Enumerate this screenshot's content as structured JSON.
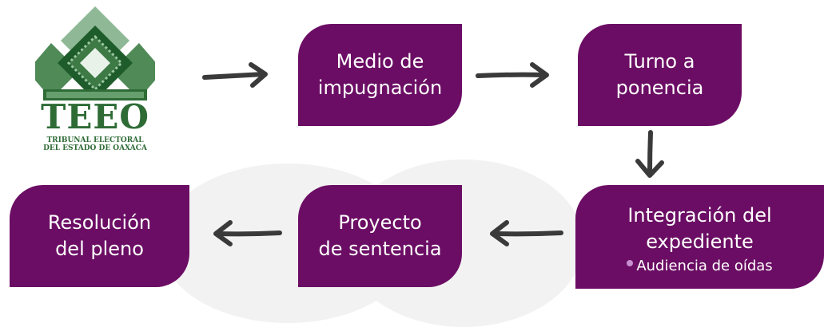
{
  "logo": {
    "name": "TEEO",
    "subtitle_line1": "TRIBUNAL ELECTORAL",
    "subtitle_line2": "DEL ESTADO DE OAXACA"
  },
  "steps": {
    "medio": {
      "line1": "Medio de",
      "line2": "impugnación"
    },
    "turno": {
      "line1": "Turno a",
      "line2": "ponencia"
    },
    "integracion": {
      "line1": "Integración del",
      "line2": "expediente",
      "bullet": "Audiencia de oídas"
    },
    "proyecto": {
      "line1": "Proyecto",
      "line2": "de sentencia"
    },
    "resolucion": {
      "line1": "Resolución",
      "line2": "del pleno"
    }
  },
  "colors": {
    "box": "#6b0d64",
    "arrow": "#3a3a3a",
    "bullet": "#c88fd0",
    "logo_green": "#2e6b35"
  }
}
